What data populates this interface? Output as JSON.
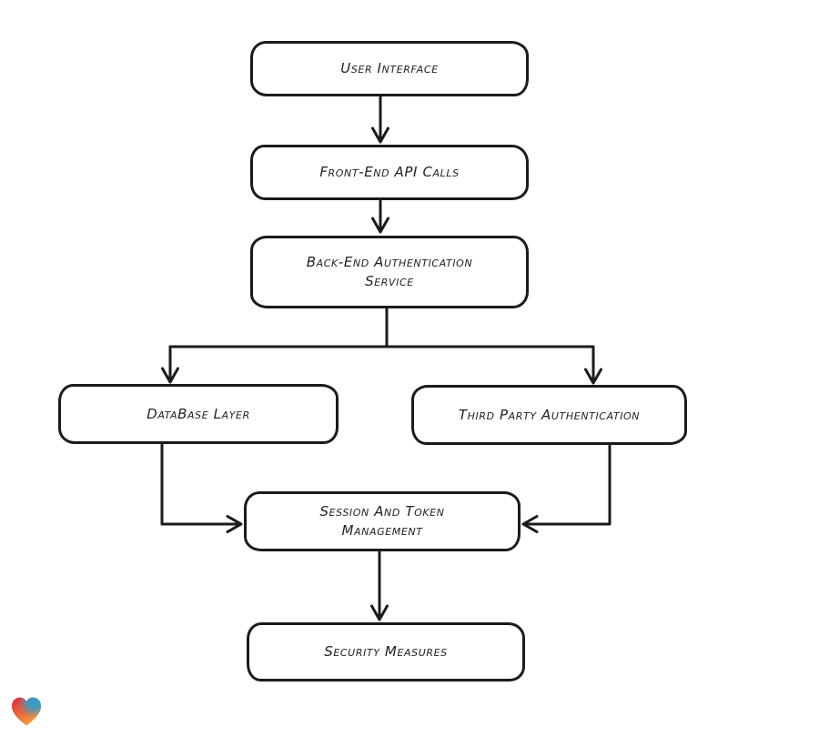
{
  "nodes": [
    {
      "id": "user-interface",
      "lines": [
        "User Interface",
        ""
      ]
    },
    {
      "id": "front-end-api-calls",
      "lines": [
        "Front-End API Calls",
        ""
      ]
    },
    {
      "id": "back-end-authentication-service",
      "lines": [
        "Back-End Authentication",
        "Service"
      ]
    },
    {
      "id": "database-layer",
      "lines": [
        "DataBase Layer",
        ""
      ]
    },
    {
      "id": "third-party-authentication",
      "lines": [
        "Third Party Authentication",
        ""
      ]
    },
    {
      "id": "session-and-token-management",
      "lines": [
        "Session And Token",
        "Management"
      ]
    },
    {
      "id": "security-measures",
      "lines": [
        "Security Measures",
        ""
      ]
    }
  ],
  "connectors": [
    {
      "from": "user-interface",
      "to": "front-end-api-calls"
    },
    {
      "from": "front-end-api-calls",
      "to": "back-end-authentication-service"
    },
    {
      "from": "back-end-authentication-service",
      "to": "database-layer"
    },
    {
      "from": "back-end-authentication-service",
      "to": "third-party-authentication"
    },
    {
      "from": "database-layer",
      "to": "session-and-token-management"
    },
    {
      "from": "third-party-authentication",
      "to": "session-and-token-management"
    },
    {
      "from": "session-and-token-management",
      "to": "security-measures"
    }
  ],
  "colors": {
    "canvas_background": "#ffffff",
    "node_fill": "#ffffff",
    "stroke": "#1b1b1b",
    "text": "#222222",
    "heart_red": "#e8283d",
    "heart_blue": "#2f9fd0",
    "heart_orange": "#f7a23c"
  }
}
